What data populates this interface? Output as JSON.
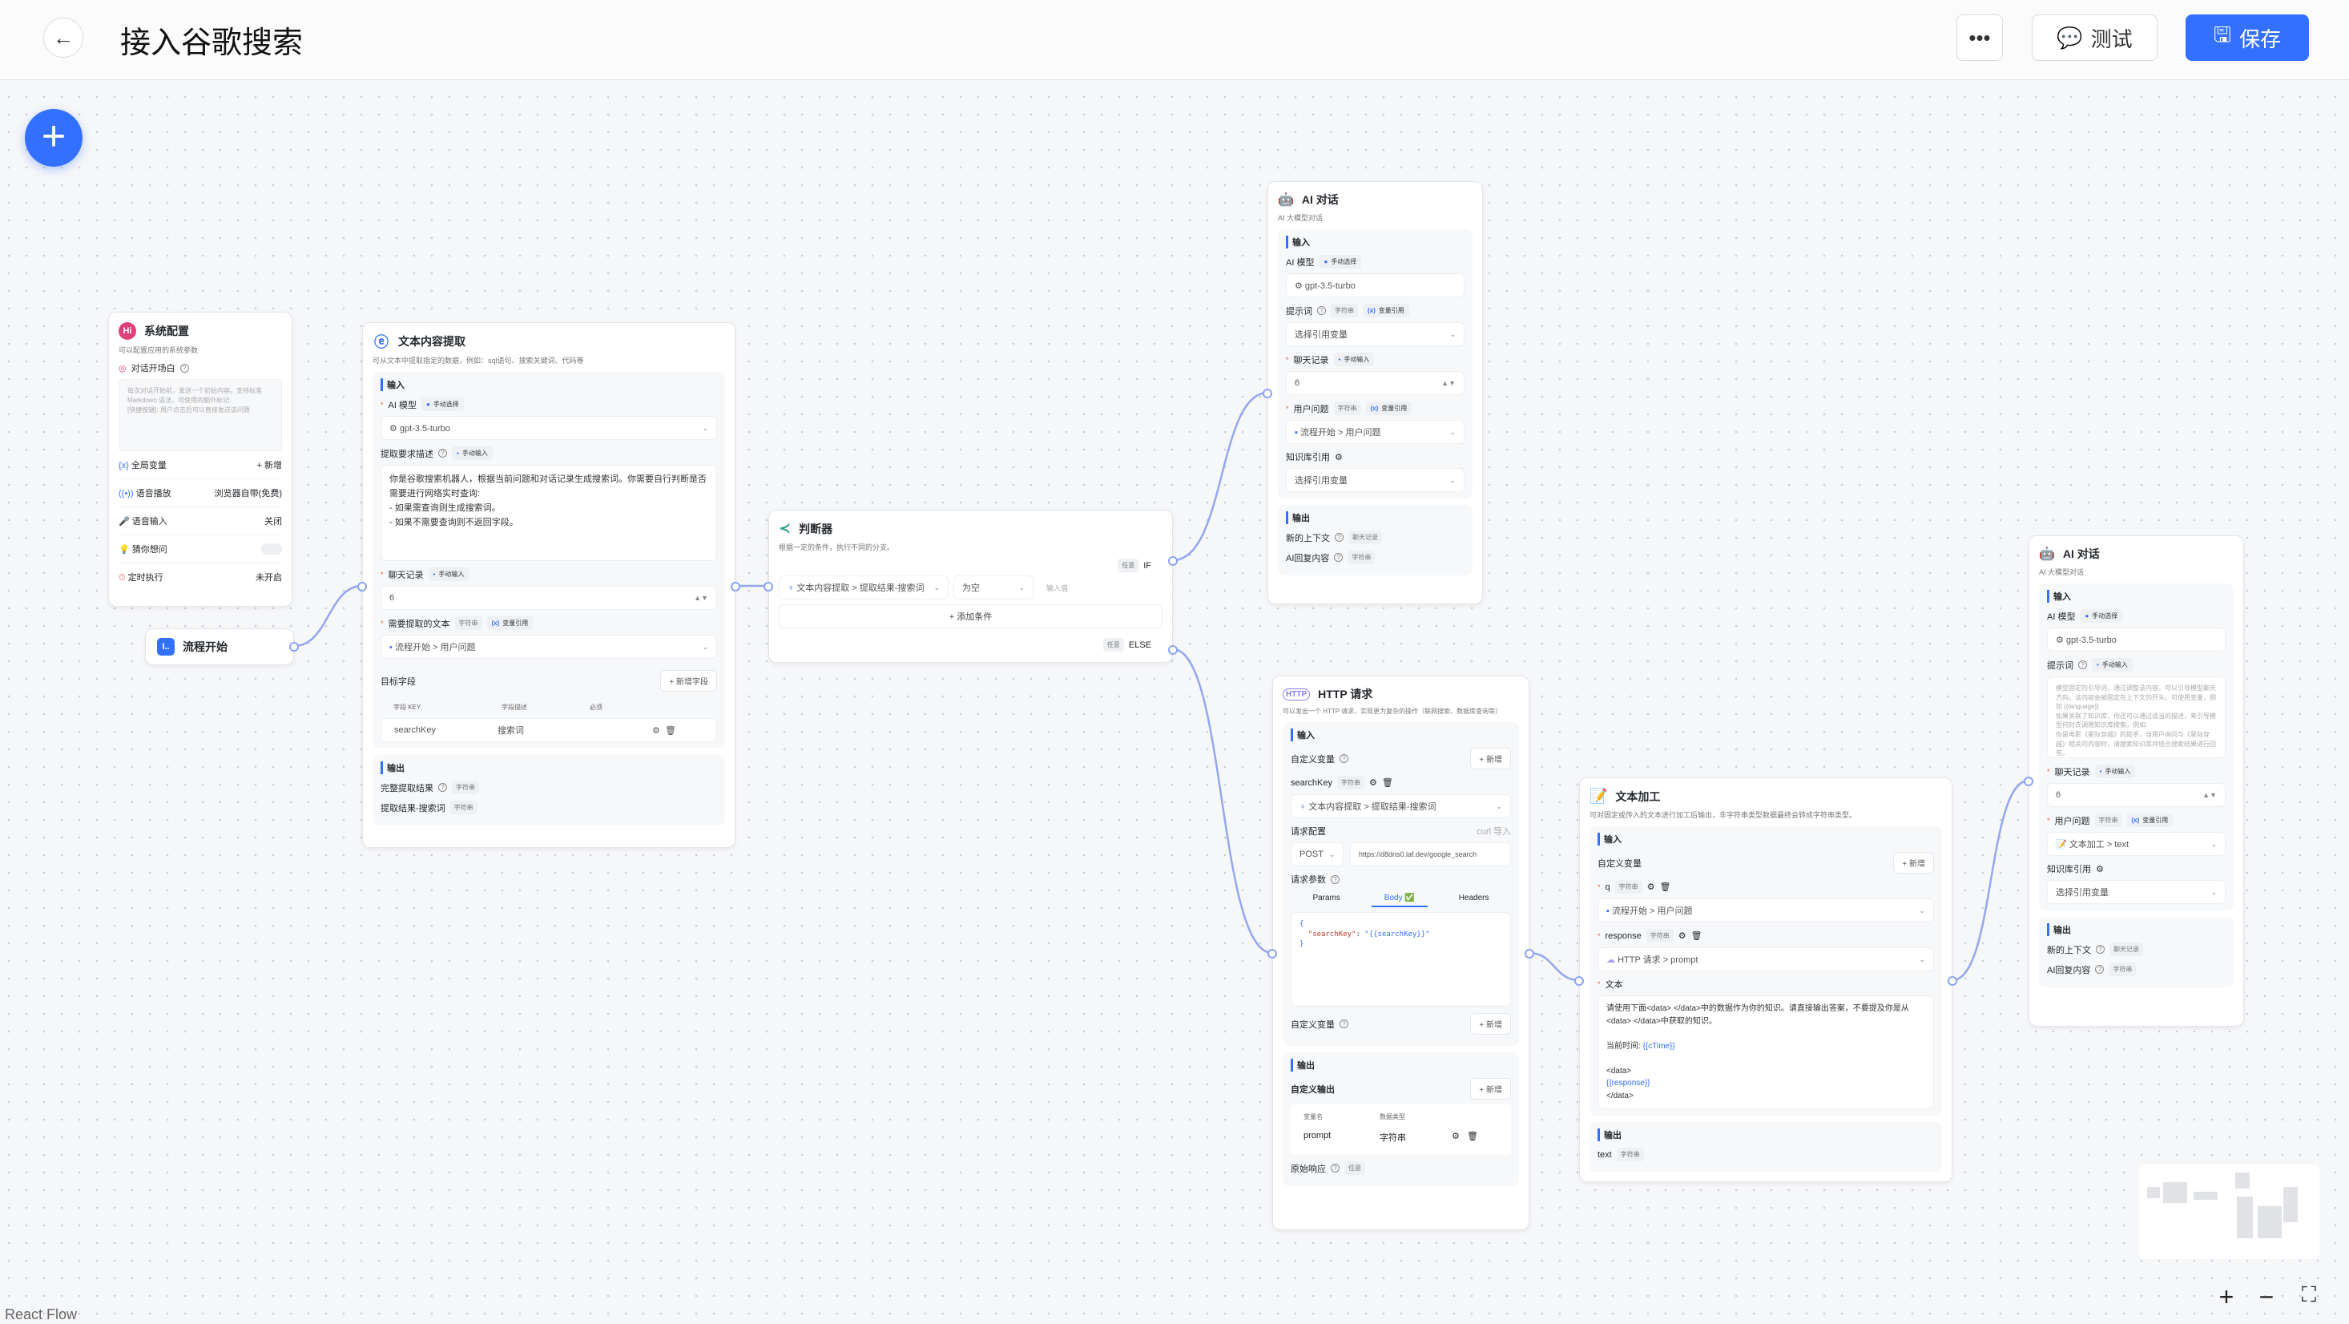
{
  "header": {
    "title": "接入谷歌搜索",
    "more_icon": "ellipsis-icon",
    "test_label": "测试",
    "save_label": "保存",
    "accent": "#3370ff"
  },
  "canvas": {
    "add_icon": "plus-icon",
    "footer": "React Flow",
    "zoom_in": "+",
    "zoom_out": "−",
    "fit": "⛶"
  },
  "common": {
    "input": "输入",
    "output": "输出",
    "string": "字符串",
    "any": "任意",
    "manual_select": "手动选择",
    "manual_input": "手动输入",
    "var_ref": "变量引用",
    "add": "+ 新增",
    "select_var": "选择引用变量",
    "model": "gpt-3.5-turbo",
    "history": "聊天记录",
    "history_value": "6"
  },
  "system": {
    "title": "系统配置",
    "desc": "可以配置应用的系统参数",
    "welcome": "对话开场白",
    "welcome_placeholder": "每次对话开始前，发送一个初始内容。支持标准 Markdown 语法，可使用的额外标记:\n[快捷按键]: 用户点击后可以直接发送该问题",
    "items": [
      {
        "label": "全局变量",
        "value": "+ 新增"
      },
      {
        "label": "语音播放",
        "value": "浏览器自带(免费)"
      },
      {
        "label": "语音输入",
        "value": "关闭"
      },
      {
        "label": "猜你想问",
        "value": ""
      },
      {
        "label": "定时执行",
        "value": "未开启"
      }
    ]
  },
  "start": {
    "title": "流程开始"
  },
  "extract": {
    "title": "文本内容提取",
    "desc": "可从文本中提取指定的数据，例如：sql语句、搜索关键词、代码等",
    "model_label": "AI 模型",
    "desc_label": "提取要求描述",
    "prompt": "你是谷歌搜索机器人，根据当前问题和对话记录生成搜索词。你需要自行判断是否需要进行网络实时查询:\n- 如果需查询则生成搜索词。\n- 如果不需要查询则不返回字段。",
    "history_label": "聊天记录",
    "text_label": "需要提取的文本",
    "text_value": "流程开始 > 用户问题",
    "fields_label": "目标字段",
    "add_field": "+ 新增字段",
    "cols": [
      "字段 KEY",
      "字段描述",
      "必须"
    ],
    "rows": [
      {
        "key": "searchKey",
        "desc": "搜索词",
        "required": ""
      }
    ],
    "outputs": [
      "完整提取结果",
      "提取结果-搜索词"
    ]
  },
  "judge": {
    "title": "判断器",
    "desc": "根据一定的条件，执行不同的分支。",
    "if": "IF",
    "else": "ELSE",
    "cond_var": "文本内容提取 > 提取结果-搜索词",
    "cond_op": "为空",
    "cond_value_placeholder": "输入值",
    "add_cond": "+  添加条件"
  },
  "ai1": {
    "title": "AI 对话",
    "desc": "AI 大模型对话",
    "model_label": "AI 模型",
    "prompt_label": "提示词",
    "question_label": "用户问题",
    "question_value": "流程开始 > 用户问题",
    "kb_label": "知识库引用",
    "out_context": "新的上下文",
    "out_reply": "AI回复内容"
  },
  "http": {
    "title": "HTTP 请求",
    "desc": "可以发出一个 HTTP 请求，实现更为复杂的操作（联网搜索、数据库查询等）",
    "custom_vars": "自定义变量",
    "var_name": "searchKey",
    "var_value": "文本内容提取 > 提取结果-搜索词",
    "req_config": "请求配置",
    "curl": "curl 导入",
    "method": "POST",
    "url": "https://d8dns0.laf.dev/google_search",
    "params_label": "请求参数",
    "tabs": [
      "Params",
      "Body ✅",
      "Headers"
    ],
    "active_tab": 1,
    "body_open": "{",
    "body_key": "\"searchKey\"",
    "body_val": "\"{{searchKey}}\"",
    "body_close": "}",
    "custom_out": "自定义输出",
    "out_cols": [
      "变量名",
      "数据类型"
    ],
    "out_rows": [
      {
        "name": "prompt",
        "type": "字符串"
      }
    ],
    "raw": "原始响应"
  },
  "textproc": {
    "title": "文本加工",
    "desc": "可对固定或传入的文本进行加工后输出，非字符串类型数据最终会转成字符串类型。",
    "custom_vars": "自定义变量",
    "vars": [
      {
        "name": "q",
        "value": "流程开始 > 用户问题"
      },
      {
        "name": "response",
        "value": "HTTP 请求 > prompt"
      }
    ],
    "text_label": "文本",
    "text_line1": "请使用下面<data> </data>中的数据作为你的知识。请直接输出答案，不要提及你是从<data> </data>中获取的知识。",
    "text_time": "当前时间: ",
    "text_time_var": "{{cTime}}",
    "text_data_open": "<data>",
    "text_resp": "{{response}}",
    "text_data_close": "</data>",
    "out": "text"
  },
  "ai2": {
    "title": "AI 对话",
    "desc": "AI 大模型对话",
    "model_label": "AI 模型",
    "prompt_label": "提示词",
    "prompt_placeholder": "模型固定的引导词，通过调整该内容，可以引导模型聊天方向。该内容会被固定在上下文的开头。可使用变量，例如 {{language}}\n如果关联了知识库，你还可以通过适当的描述，来引导模型何时去调用知识库搜索。例如:\n你是电影《星际穿越》的助手，当用户询问与《星际穿越》相关的内容时，请搜索知识库并结合搜索结果进行回答。",
    "question_label": "用户问题",
    "question_value": "文本加工 > text",
    "kb_label": "知识库引用",
    "out_context": "新的上下文",
    "out_reply": "AI回复内容"
  }
}
